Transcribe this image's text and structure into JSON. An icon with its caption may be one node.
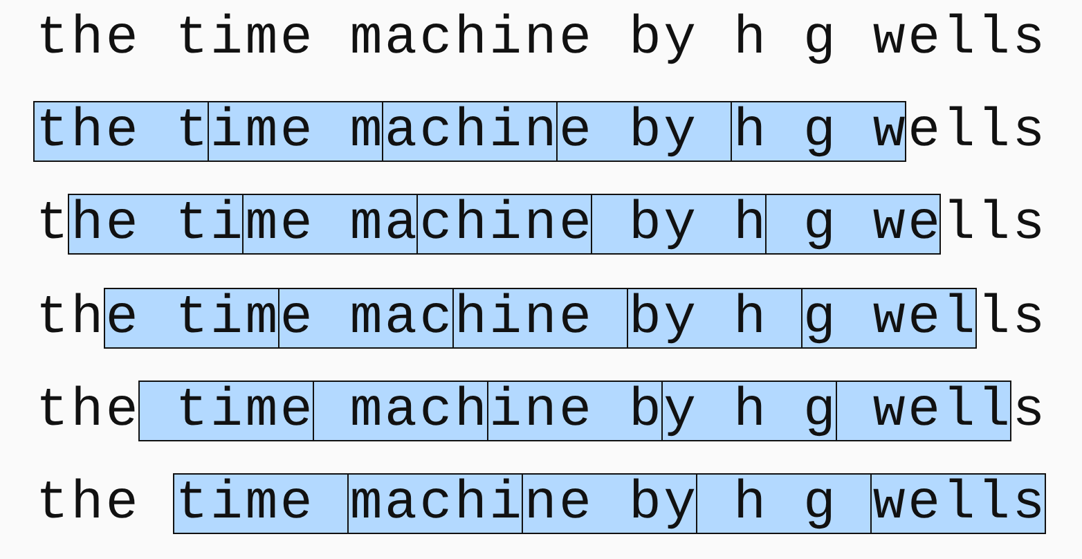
{
  "diagram": {
    "nodes": [
      {
        "text": [],
        "shape": "box"
      },
      {
        "text": [],
        "shape": "box"
      },
      {
        "text": [],
        "shape": "box"
      },
      {
        "text": [],
        "shape": "box"
      },
      {
        "text": [],
        "shape": "box"
      },
      {
        "text": [],
        "shape": "box"
      },
      {
        "text": [],
        "shape": "box"
      },
      {
        "text": [],
        "shape": "box"
      },
      {
        "text": [],
        "shape": "box"
      },
      {
        "text": [],
        "shape": "box"
      },
      {
        "text": [],
        "shape": "box"
      },
      {
        "text": [],
        "shape": "box"
      },
      {
        "text": [],
        "shape": "box"
      },
      {
        "text": [],
        "shape": "box"
      },
      {
        "text": [],
        "shape": "box"
      },
      {
        "text": [],
        "shape": "box"
      },
      {
        "text": [],
        "shape": "box"
      },
      {
        "text": [],
        "shape": "box"
      },
      {
        "text": [],
        "shape": "box"
      },
      {
        "text": [],
        "shape": "box"
      },
      {
        "text": [],
        "shape": "box"
      },
      {
        "text": [],
        "shape": "box"
      },
      {
        "text": [],
        "shape": "box"
      },
      {
        "text": [],
        "shape": "box"
      },
      {
        "text": [],
        "shape": "box"
      }
    ],
    "labels": [
      "the time machine by h g wells",
      "the time machine by h g wells",
      "the time machine by h g wells",
      "the time machine by h g wells",
      "the time machine by h g wells",
      "the time machine by h g wells"
    ]
  }
}
